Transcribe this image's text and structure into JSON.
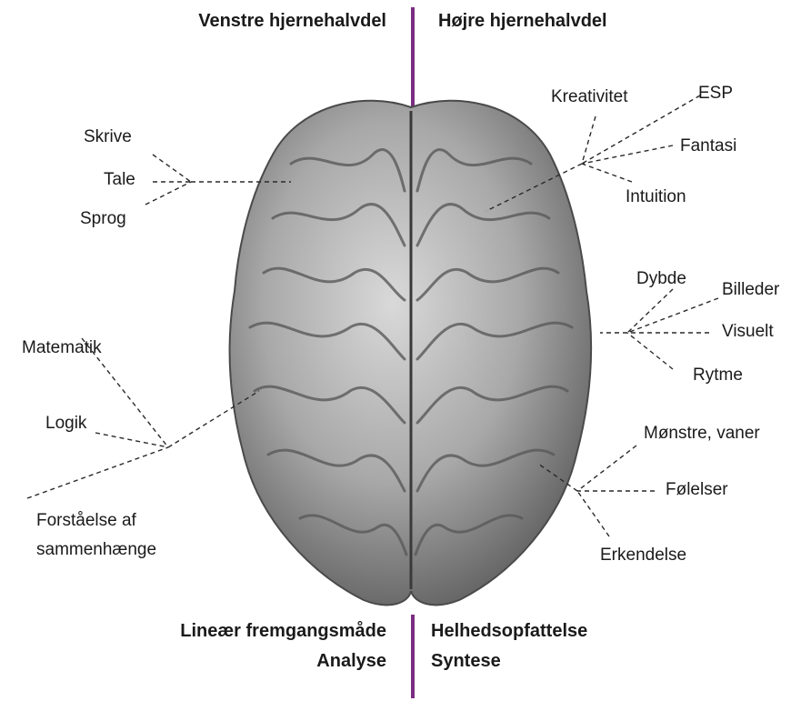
{
  "header": {
    "left_title": "Venstre hjernehalvdel",
    "right_title": "Højre hjernehalvdel"
  },
  "left_labels": {
    "skrive": "Skrive",
    "tale": "Tale",
    "sprog": "Sprog",
    "matematik": "Matematik",
    "logik": "Logik",
    "forstaaelse_line1": "Forståelse af",
    "forstaaelse_line2": "sammenhænge"
  },
  "right_labels": {
    "kreativitet": "Kreativitet",
    "esp": "ESP",
    "fantasi": "Fantasi",
    "intuition": "Intuition",
    "dybde": "Dybde",
    "billeder": "Billeder",
    "visuelt": "Visuelt",
    "rytme": "Rytme",
    "monstre": "Mønstre, vaner",
    "folelser": "Følelser",
    "erkendelse": "Erkendelse"
  },
  "footer": {
    "left_line1": "Lineær fremgangsmåde",
    "left_line2": "Analyse",
    "right_line1": "Helhedsopfattelse",
    "right_line2": "Syntese"
  },
  "colors": {
    "divider": "#7a2d82",
    "brain": "#9a9a9a"
  }
}
